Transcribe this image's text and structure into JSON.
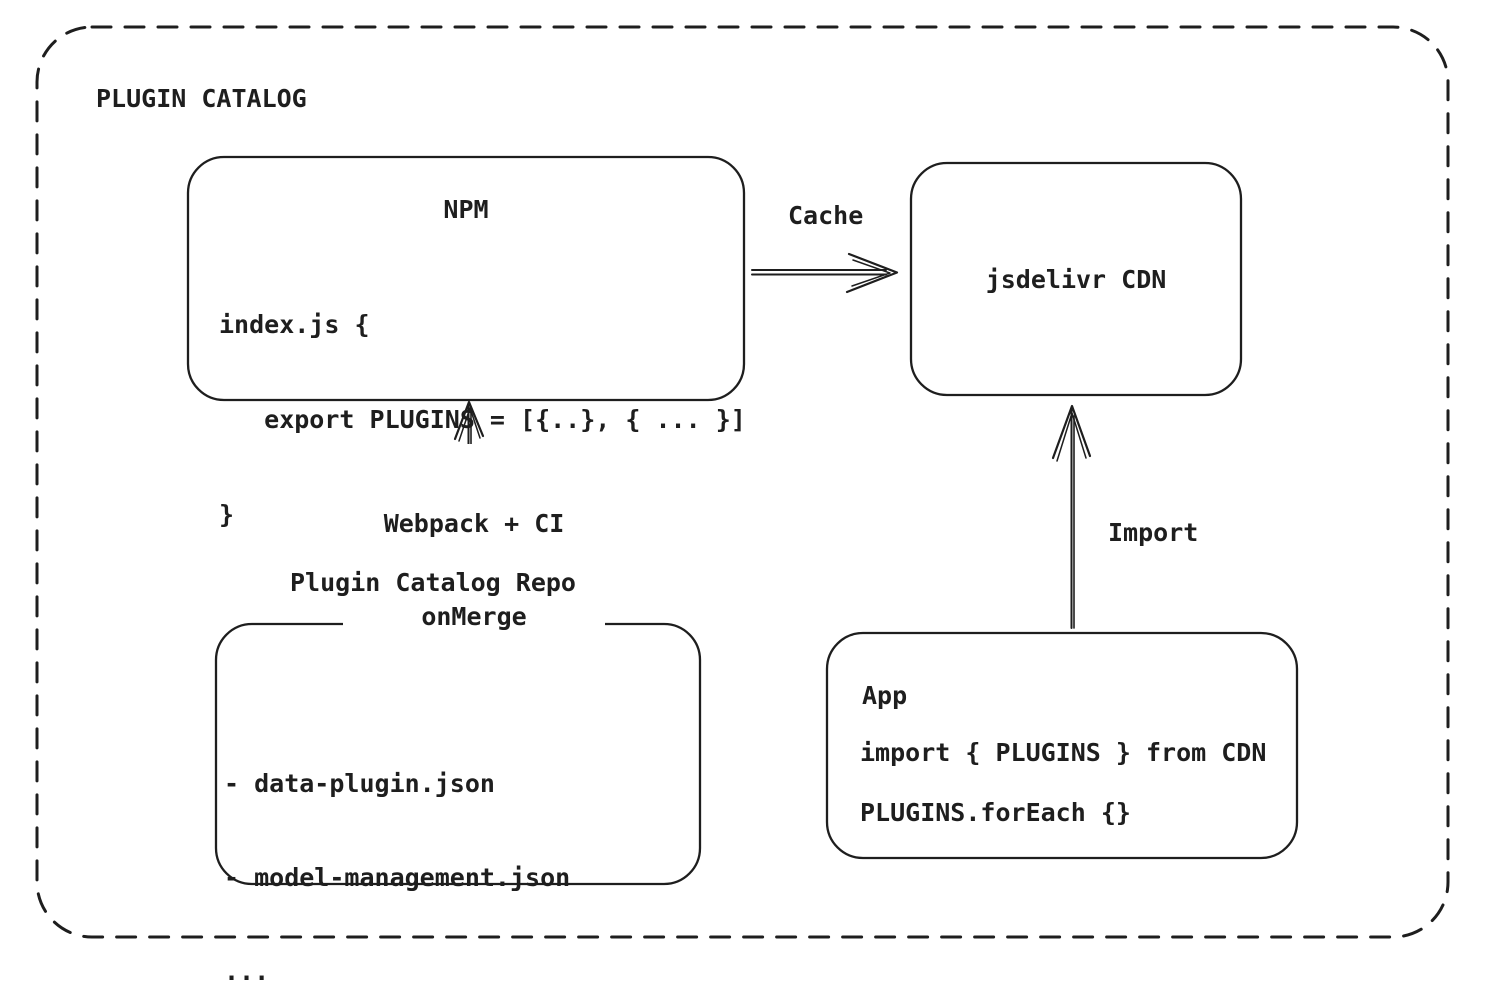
{
  "diagram": {
    "title": "PLUGIN CATALOG",
    "nodes": {
      "npm": {
        "title": "NPM",
        "code_lines": [
          "index.js {",
          "   export PLUGINS = [{..}, { ... }]",
          "}"
        ]
      },
      "cdn": {
        "label": "jsdelivr CDN"
      },
      "repo": {
        "label": "Plugin Catalog Repo",
        "items": [
          "- data-plugin.json",
          "- model-management.json",
          "..."
        ]
      },
      "app": {
        "title": "App",
        "code_lines": [
          "import { PLUGINS } from CDN",
          "PLUGINS.forEach {}"
        ]
      }
    },
    "edges": {
      "cache": {
        "label": "Cache",
        "from": "NPM",
        "to": "jsdelivr CDN"
      },
      "build": {
        "label_lines": [
          "Webpack + CI",
          "onMerge"
        ],
        "from": "Plugin Catalog Repo",
        "to": "NPM"
      },
      "import": {
        "label": "Import",
        "from": "App",
        "to": "jsdelivr CDN"
      }
    },
    "colors": {
      "stroke": "#1e1e1e",
      "background": "#ffffff"
    }
  }
}
